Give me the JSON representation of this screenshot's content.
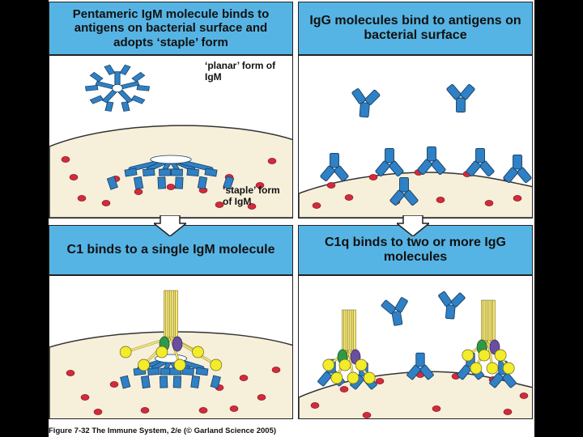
{
  "panels": {
    "top_left": {
      "header": "Pentameric IgM molecule binds to antigens on bacterial surface and adopts ‘staple’ form",
      "label_planar": "‘planar’ form of IgM",
      "label_staple": "‘staple’ form of IgM"
    },
    "top_right": {
      "header": "IgG molecules bind to antigens on bacterial surface"
    },
    "bottom_left": {
      "header": "C1 binds to a single IgM molecule"
    },
    "bottom_right": {
      "header": "C1q binds to two or more IgG molecules"
    }
  },
  "caption": "Figure 7-32 The Immune System, 2/e (© Garland Science 2005)",
  "colors": {
    "header": "#56b4e4",
    "antibody": "#2f80c4",
    "antigen": "#d42a3c",
    "bacteria": "#f6efda",
    "c1q_stalk": "#f3e67a",
    "c1q_head": "#f2ec2a",
    "c1r": "#2e9a48",
    "c1s": "#6a4ea0"
  },
  "icons": [
    "igm-pentamer-icon",
    "igg-antibody-icon",
    "antigen-icon",
    "c1-complex-icon",
    "down-arrow-icon"
  ]
}
